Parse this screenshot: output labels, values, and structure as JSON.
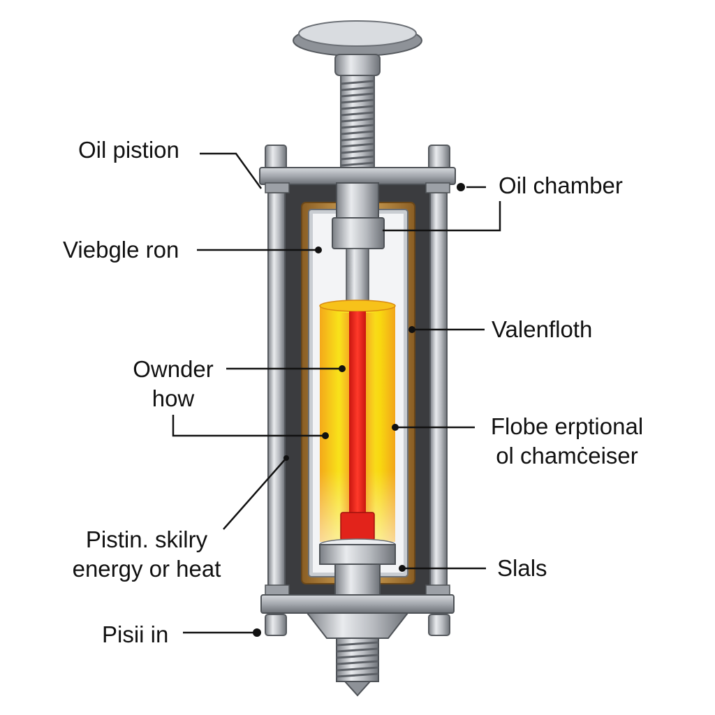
{
  "labels": {
    "oil_piston": "Oil pistion",
    "oil_chamber": "Oil chamber",
    "vieble_ron": "Viebgle ron",
    "valenfloth": "Valenfloth",
    "ownder_line1": "Ownder",
    "ownder_line2": "how",
    "flobe_line1": "Flobe erptional",
    "flobe_line2": "ol chamċeiser",
    "pistin_line1": "Pistin. skilry",
    "pistin_line2": "energy or heat",
    "slals": "Slals",
    "pisii_in": "Pisii in"
  },
  "colors": {
    "steel_light": "#e6e8ec",
    "steel_mid": "#a9adb3",
    "steel_dark": "#6c7076",
    "housing_dark": "#3a3b3d",
    "bronze": "#b8863c",
    "fluid_yellow": "#f5d90a",
    "fluid_orange": "#f59a12",
    "rod_red": "#e8251b",
    "leader": "#111111"
  },
  "icons": [
    "leader-dot"
  ]
}
